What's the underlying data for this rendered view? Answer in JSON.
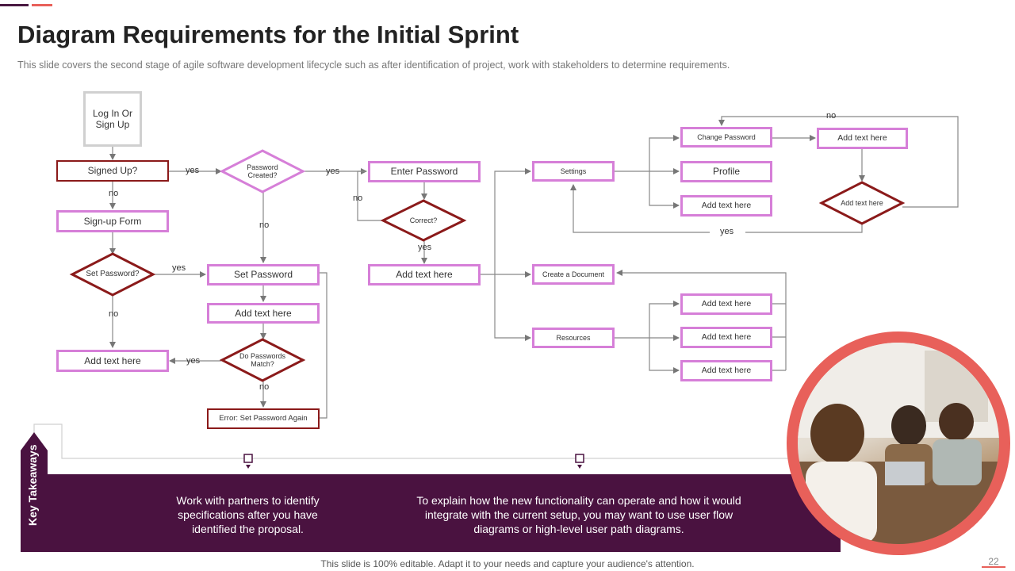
{
  "title": "Diagram Requirements for the Initial Sprint",
  "subtitle": "This slide covers the second stage of agile software development  lifecycle such as after identification of project, work with stakeholders to determine requirements.",
  "nodes": {
    "login": "Log In Or Sign Up",
    "signed_up": "Signed Up?",
    "signup_form": "Sign-up Form",
    "set_password_q": "Set Password?",
    "left_add": "Add text here",
    "password_created": "Password Created?",
    "set_password": "Set Password",
    "mid_add": "Add text here",
    "passwords_match": "Do Passwords Match?",
    "error": "Error: Set Password Again",
    "enter_password": "Enter Password",
    "correct": "Correct?",
    "center_add": "Add text here",
    "settings": "Settings",
    "create_doc": "Create a Document",
    "resources": "Resources",
    "change_password": "Change Password",
    "profile": "Profile",
    "settings_add": "Add text here",
    "right_add": "Add text here",
    "right_diamond": "Add text here",
    "res_add1": "Add text here",
    "res_add2": "Add text here",
    "res_add3": "Add text here"
  },
  "labels": {
    "yes": "yes",
    "no": "no"
  },
  "key_takeaways": {
    "heading": "Key Takeaways",
    "left": "Work with partners to identify specifications after you have identified the proposal.",
    "right": "To explain how the new functionality can operate and how it would integrate with the current setup, you may want to use user flow diagrams or high-level user path diagrams."
  },
  "footer": "This slide is 100% editable. Adapt it to your needs and capture your audience's attention.",
  "page_number": "22",
  "colors": {
    "pink_border": "#d67fd8",
    "maroon_border": "#8b1a1a",
    "band": "#4a1240",
    "accent": "#e8605a"
  }
}
